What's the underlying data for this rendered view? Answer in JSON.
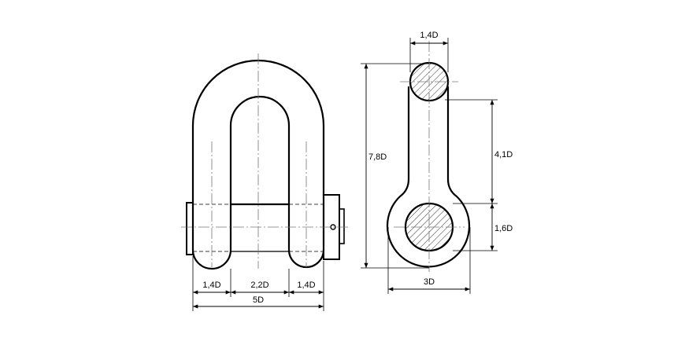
{
  "diagram": {
    "front_view": {
      "dim_left_leg": "1,4D",
      "dim_inner_width": "2,2D",
      "dim_right_leg": "1,4D",
      "dim_overall_width": "5D"
    },
    "side_view": {
      "dim_top_diameter": "1,4D",
      "dim_total_height": "7,8D",
      "dim_center_distance": "4,1D",
      "dim_eye_diameter": "1,6D",
      "dim_eye_width": "3D"
    },
    "colors": {
      "line": "#000000",
      "background": "#ffffff",
      "centerline": "#777777"
    }
  }
}
